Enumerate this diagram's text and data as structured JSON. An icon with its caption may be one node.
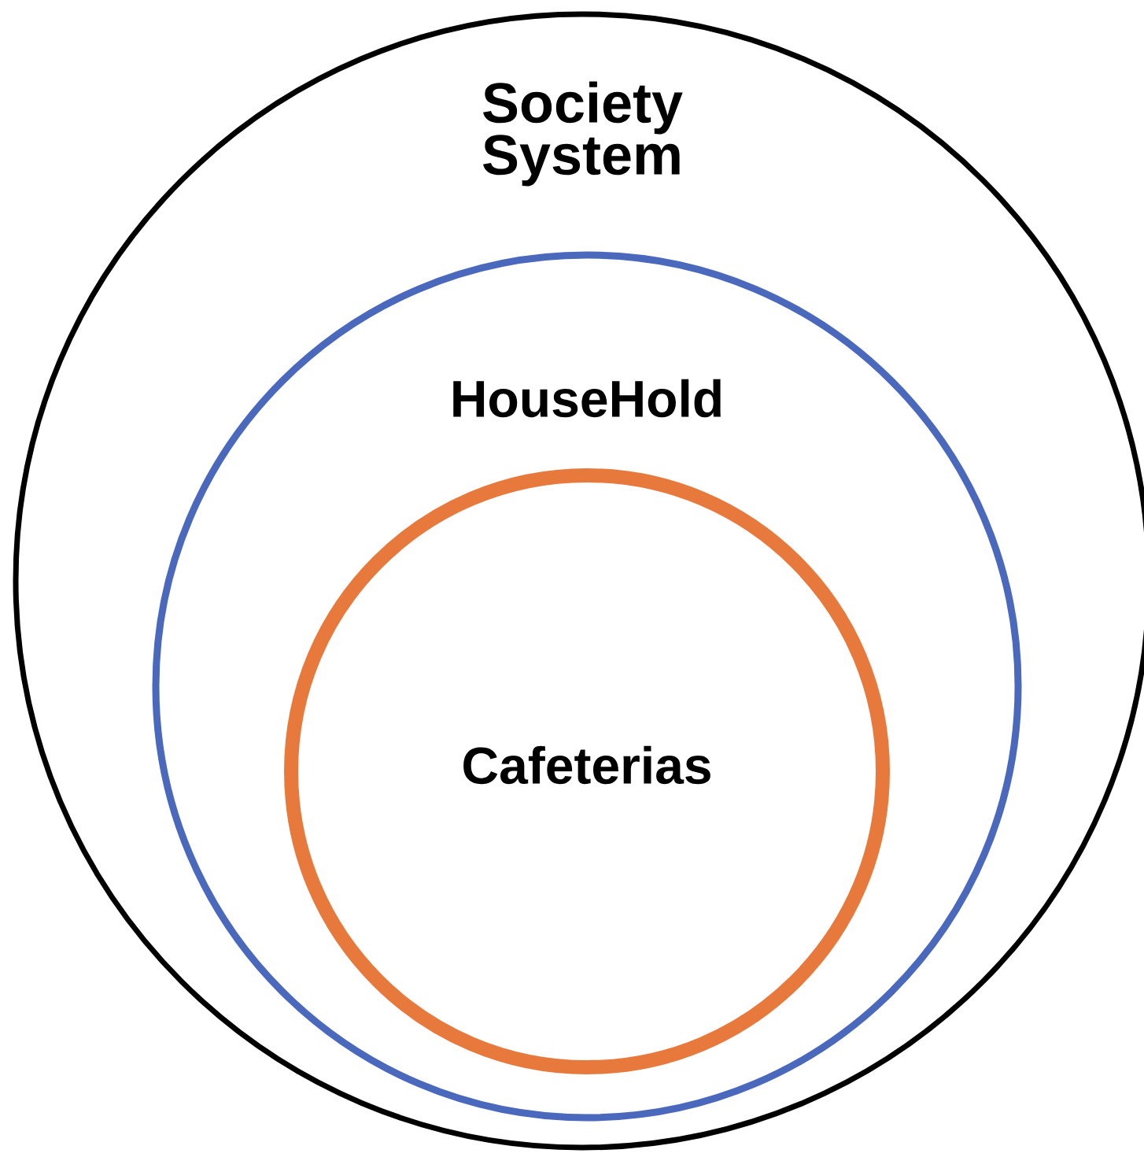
{
  "diagram": {
    "nodes": [
      {
        "text": [
          "Society System"
        ]
      },
      {
        "text": [
          "HouseHold"
        ],
        "in": 0
      },
      {
        "text": [
          "Cafeterias"
        ],
        "in": 1
      }
    ]
  }
}
